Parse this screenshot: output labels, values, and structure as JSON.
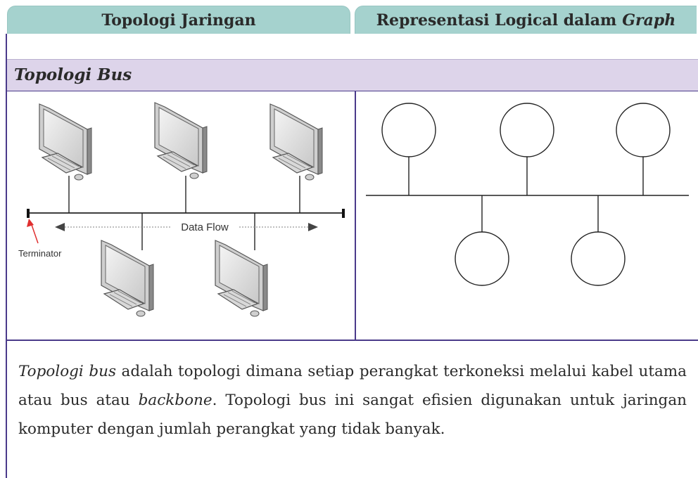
{
  "header": {
    "col1": "Topologi Jaringan",
    "col2_prefix": "Representasi Logical dalam",
    "col2_italic": "Graph"
  },
  "section": {
    "title": "Topologi Bus"
  },
  "diagram": {
    "data_flow_label": "Data Flow",
    "terminator_label": "Terminator",
    "node_count_top": 3,
    "node_count_bottom": 2
  },
  "description": {
    "part1_italic": "Topologi bus",
    "part2": " adalah topologi dimana setiap perangkat terkoneksi melalui kabel utama atau bus atau ",
    "part3_italic": "backbone",
    "part4": ". Topologi bus ini sangat efisien digunakan untuk jaringan komputer dengan jumlah perangkat yang tidak banyak."
  },
  "colors": {
    "header_bg": "#a5d2ce",
    "section_bg": "#ddd4ea",
    "border": "#4a3a8a",
    "terminator_arrow": "#e03030"
  }
}
